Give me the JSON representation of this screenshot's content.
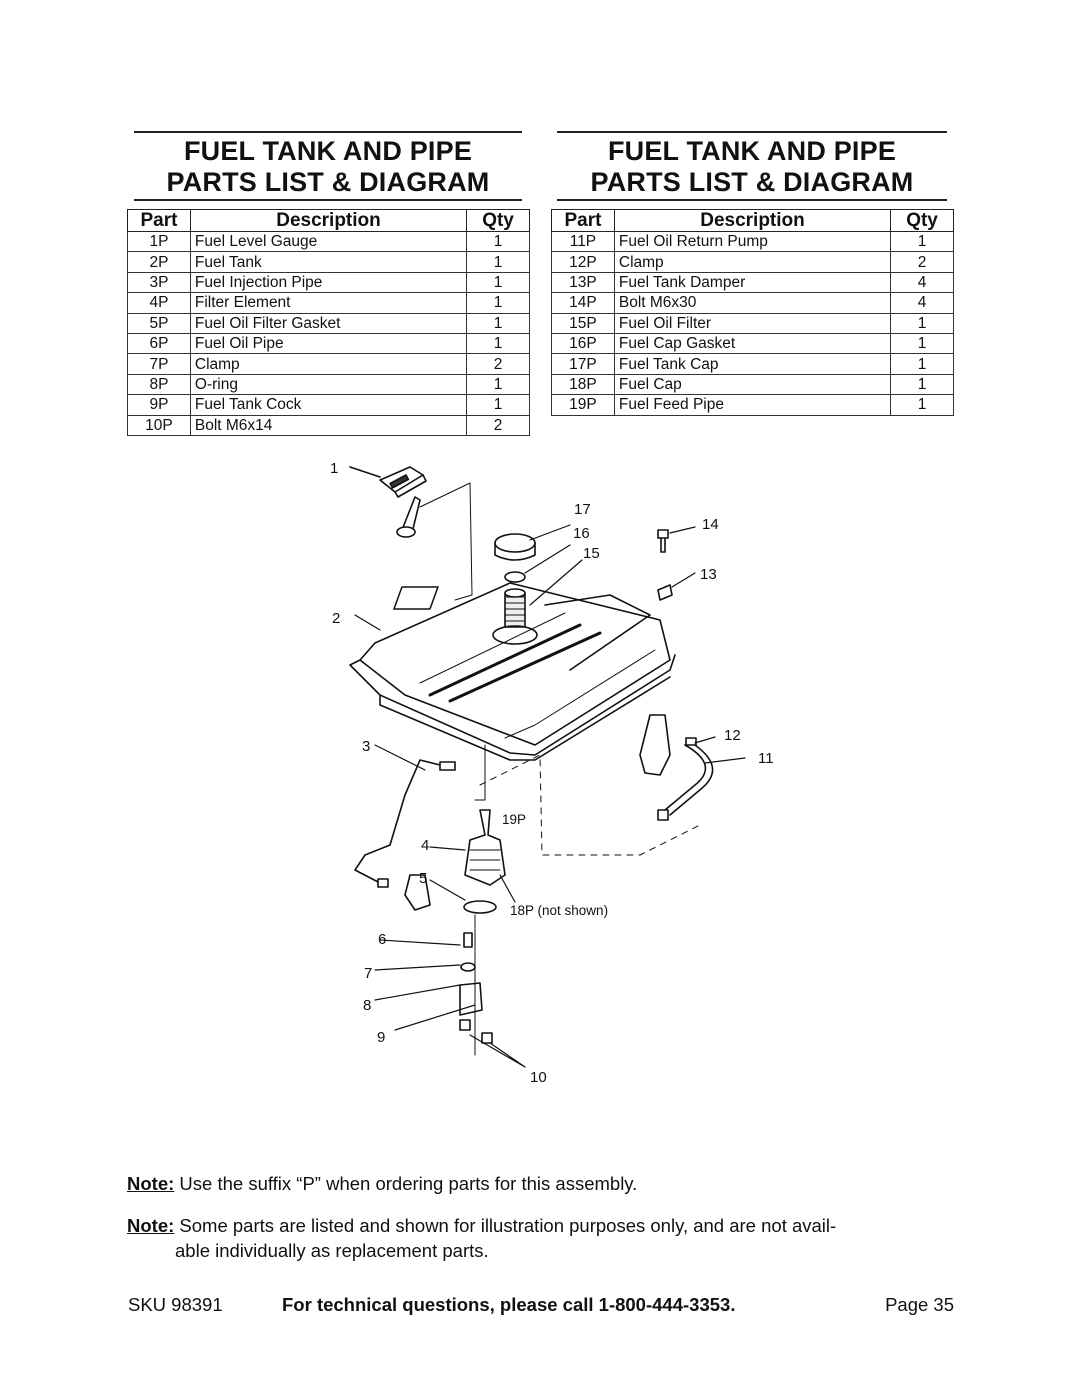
{
  "sections": [
    {
      "title1": "FUEL TANK AND PIPE",
      "title2": "PARTS LIST & DIAGRAM",
      "headers": {
        "part": "Part",
        "description": "Description",
        "qty": "Qty"
      },
      "rows": [
        {
          "part": "1P",
          "description": "Fuel Level Gauge",
          "qty": "1"
        },
        {
          "part": "2P",
          "description": "Fuel Tank",
          "qty": "1"
        },
        {
          "part": "3P",
          "description": "Fuel Injection Pipe",
          "qty": "1"
        },
        {
          "part": "4P",
          "description": "Filter Element",
          "qty": "1"
        },
        {
          "part": "5P",
          "description": "Fuel Oil Filter Gasket",
          "qty": "1"
        },
        {
          "part": "6P",
          "description": "Fuel Oil Pipe",
          "qty": "1"
        },
        {
          "part": "7P",
          "description": "Clamp",
          "qty": "2"
        },
        {
          "part": "8P",
          "description": "O-ring",
          "qty": "1"
        },
        {
          "part": "9P",
          "description": "Fuel Tank Cock",
          "qty": "1"
        },
        {
          "part": "10P",
          "description": "Bolt M6x14",
          "qty": "2"
        }
      ]
    },
    {
      "title1": "FUEL TANK AND PIPE",
      "title2": "PARTS LIST & DIAGRAM",
      "headers": {
        "part": "Part",
        "description": "Description",
        "qty": "Qty"
      },
      "rows": [
        {
          "part": "11P",
          "description": "Fuel Oil Return Pump",
          "qty": "1"
        },
        {
          "part": "12P",
          "description": "Clamp",
          "qty": "2"
        },
        {
          "part": "13P",
          "description": "Fuel Tank Damper",
          "qty": "4"
        },
        {
          "part": "14P",
          "description": "Bolt M6x30",
          "qty": "4"
        },
        {
          "part": "15P",
          "description": "Fuel Oil Filter",
          "qty": "1"
        },
        {
          "part": "16P",
          "description": "Fuel Cap Gasket",
          "qty": "1"
        },
        {
          "part": "17P",
          "description": "Fuel Tank Cap",
          "qty": "1"
        },
        {
          "part": "18P",
          "description": "Fuel Cap",
          "qty": "1"
        },
        {
          "part": "19P",
          "description": "Fuel Feed Pipe",
          "qty": "1"
        }
      ]
    }
  ],
  "diagram": {
    "callouts": [
      "1",
      "2",
      "3",
      "4",
      "5",
      "6",
      "7",
      "8",
      "9",
      "10",
      "11",
      "12",
      "13",
      "14",
      "15",
      "16",
      "17"
    ],
    "label_19p": "19P",
    "label_18p": "18P (not shown)"
  },
  "notes": [
    {
      "label": "Note:",
      "text": "Use the suffix “P” when ordering parts for this assembly."
    },
    {
      "label": "Note:",
      "text": "Some parts are listed and shown for illustration purposes only, and are not avail-",
      "text2": "able individually as replacement parts."
    }
  ],
  "footer": {
    "sku": "SKU 98391",
    "help": "For technical questions, please call 1-800-444-3353.",
    "page": "Page 35"
  }
}
